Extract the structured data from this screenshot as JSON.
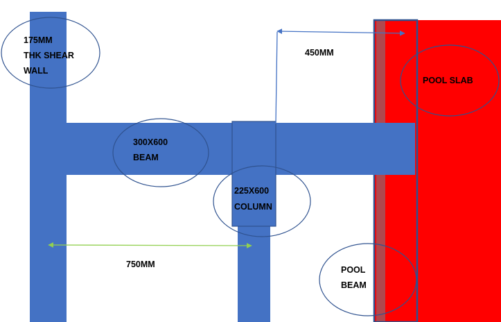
{
  "colors": {
    "structure_blue": "#4472c4",
    "outline_dark_blue": "#2f528f",
    "pool_red": "#ff0000",
    "pool_strip": "#b0484e",
    "ellipse_stroke": "#2f528f",
    "arrow_blue": "#4472c4",
    "arrow_green": "#92d050"
  },
  "labels": {
    "shear_wall": [
      "175MM",
      "THK SHEAR",
      "WALL"
    ],
    "beam": [
      "300X600",
      "BEAM"
    ],
    "column": [
      "225X600",
      "COLUMN"
    ],
    "pool_slab": [
      "POOL SLAB"
    ],
    "pool_beam": [
      "POOL",
      "BEAM"
    ],
    "dim_450": "450MM",
    "dim_750": "750MM"
  }
}
